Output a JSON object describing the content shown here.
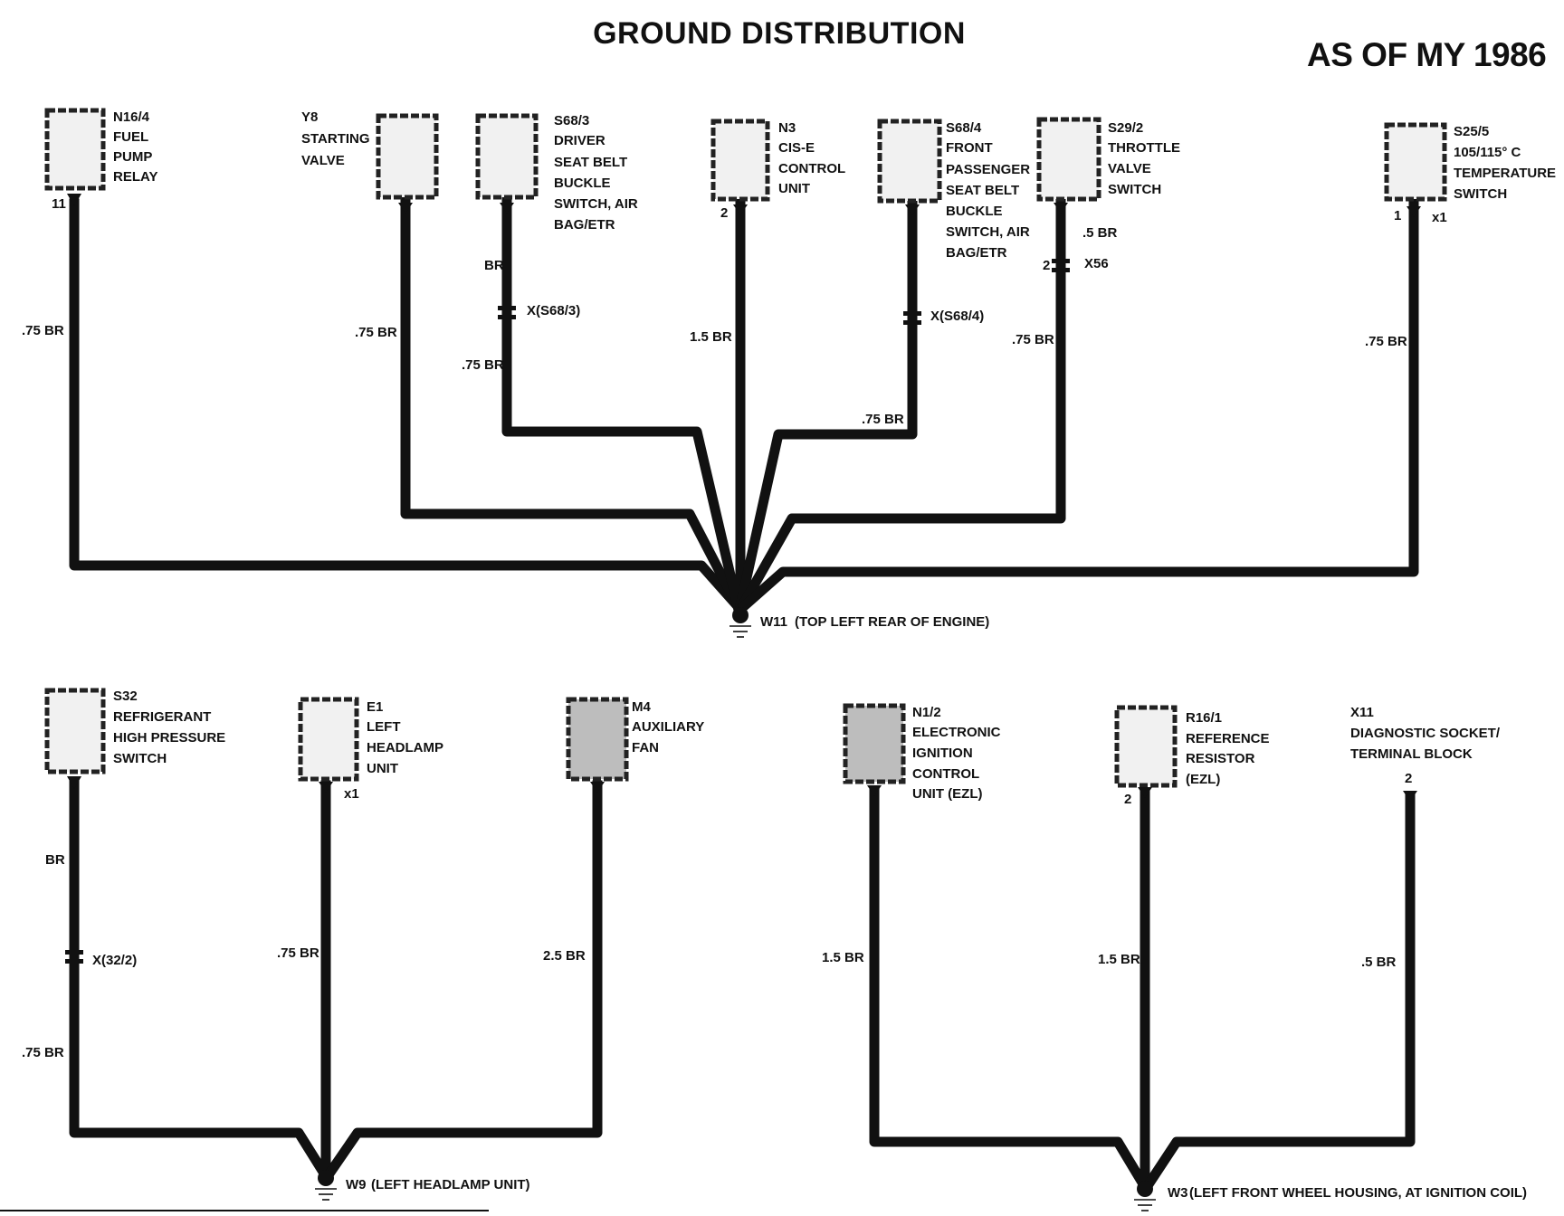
{
  "header": {
    "title": "GROUND DISTRIBUTION",
    "as_of": "AS OF MY 1986"
  },
  "top_components": [
    {
      "id": "N16/4",
      "lines": [
        "FUEL",
        "PUMP",
        "RELAY"
      ],
      "pin": "11",
      "wire": ".75 BR"
    },
    {
      "id": "Y8",
      "lines": [
        "STARTING",
        "VALVE"
      ],
      "wire": ".75 BR"
    },
    {
      "id": "S68/3",
      "lines": [
        "DRIVER",
        "SEAT BELT",
        "BUCKLE",
        "SWITCH, AIR",
        "BAG/ETR"
      ],
      "wire_upper": "BR",
      "connector": "X(S68/3)",
      "wire": ".75 BR"
    },
    {
      "id": "N3",
      "lines": [
        "CIS-E",
        "CONTROL",
        "UNIT"
      ],
      "pin": "2",
      "wire": "1.5 BR"
    },
    {
      "id": "S68/4",
      "lines": [
        "FRONT",
        "PASSENGER",
        "SEAT BELT",
        "BUCKLE",
        "SWITCH, AIR",
        "BAG/ETR"
      ],
      "connector": "X(S68/4)",
      "wire": ".75 BR"
    },
    {
      "id": "S29/2",
      "lines": [
        "THROTTLE",
        "VALVE",
        "SWITCH"
      ],
      "wire_upper": ".5 BR",
      "pin": "2",
      "connector": "X56",
      "wire": ".75 BR"
    },
    {
      "id": "S25/5",
      "lines": [
        "105/115° C",
        "TEMPERATURE",
        "SWITCH"
      ],
      "pin": "1",
      "pin_label": "x1",
      "wire": ".75 BR"
    }
  ],
  "ground_top": {
    "id": "W11",
    "desc": "(TOP LEFT REAR OF ENGINE)"
  },
  "bottom_left_components": [
    {
      "id": "S32",
      "lines": [
        "REFRIGERANT",
        "HIGH PRESSURE",
        "SWITCH"
      ],
      "wire_upper": "BR",
      "connector": "X(32/2)",
      "wire": ".75 BR"
    },
    {
      "id": "E1",
      "lines": [
        "LEFT",
        "HEADLAMP",
        "UNIT"
      ],
      "pin_label": "x1",
      "wire": ".75 BR"
    },
    {
      "id": "M4",
      "lines": [
        "AUXILIARY",
        "FAN"
      ],
      "wire": "2.5 BR"
    }
  ],
  "ground_left": {
    "id": "W9",
    "desc": "(LEFT HEADLAMP UNIT)"
  },
  "bottom_right_components": [
    {
      "id": "N1/2",
      "lines": [
        "ELECTRONIC",
        "IGNITION",
        "CONTROL",
        "UNIT (EZL)"
      ],
      "wire": "1.5 BR"
    },
    {
      "id": "R16/1",
      "lines": [
        "REFERENCE",
        "RESISTOR",
        "(EZL)"
      ],
      "pin": "2",
      "wire": "1.5 BR"
    },
    {
      "id": "X11",
      "lines": [
        "DIAGNOSTIC SOCKET/",
        "TERMINAL BLOCK"
      ],
      "pin": "2",
      "wire": ".5 BR"
    }
  ],
  "ground_right": {
    "id": "W3",
    "desc": "(LEFT FRONT WHEEL HOUSING, AT IGNITION COIL)"
  }
}
